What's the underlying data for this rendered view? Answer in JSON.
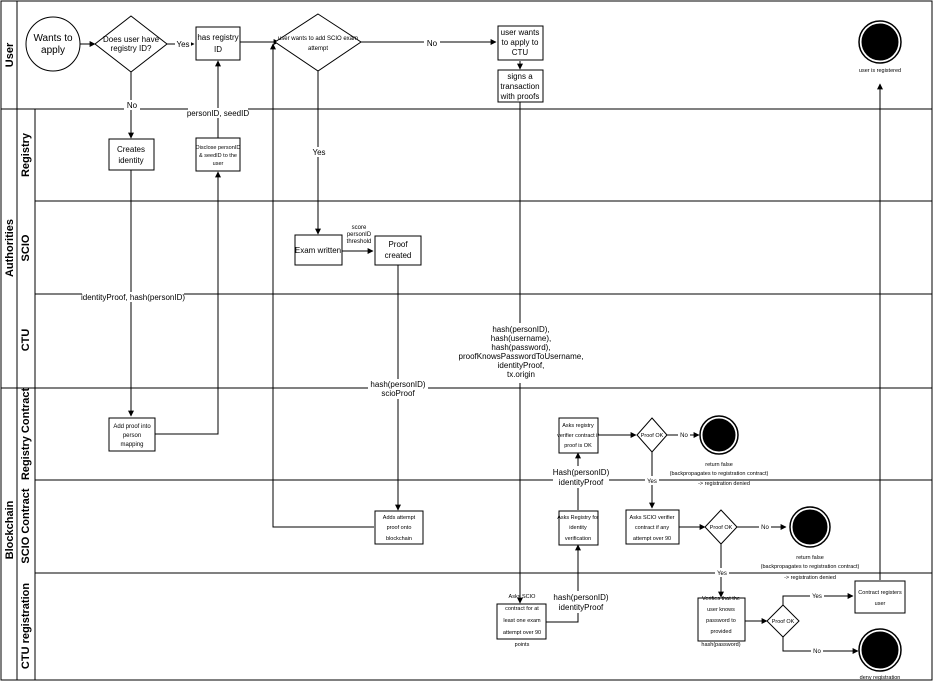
{
  "lanes": {
    "user": "User",
    "authorities": "Authorities",
    "registry": "Registry",
    "scio": "SCIO",
    "ctu": "CTU",
    "blockchain": "Blockchain",
    "registry_contract": "Registry Contract",
    "scio_contract": "SCIO Contract",
    "ctu_registration": "CTU registration"
  },
  "nodes": {
    "start": [
      "Wants to",
      "apply"
    ],
    "q_registry_id": [
      "Does user have",
      "registry ID?"
    ],
    "has_registry_id": [
      "has registry",
      "ID"
    ],
    "q_add_scio": [
      "user wants to add SCIO exam",
      "attempt"
    ],
    "apply_ctu": [
      "user wants",
      "to apply to",
      "CTU"
    ],
    "signs_tx": [
      "signs a",
      "transaction",
      "with proofs"
    ],
    "user_registered": "user is registered",
    "creates_identity": [
      "Creates",
      "identity"
    ],
    "disclose": [
      "Disclose personID",
      "& seedID to the",
      "user"
    ],
    "exam_written": "Exam written",
    "proof_created": [
      "Proof",
      "created"
    ],
    "add_proof": [
      "Add proof into",
      "person",
      "mapping"
    ],
    "asks_registry_verifier": [
      "Asks registry",
      "verifier contract if",
      "proof is OK"
    ],
    "proof_ok_1": "Proof OK",
    "return_false_1": [
      "return false",
      "(backpropagates to registration contract)",
      "-> registration denied"
    ],
    "adds_attempt": [
      "Adds attempt",
      "proof onto",
      "blockchain"
    ],
    "asks_registry_identity": [
      "Asks Registry for",
      "identity",
      "verification"
    ],
    "asks_scio_verifier": [
      "Asks SCIO verifier",
      "contract if any",
      "attempt over 90"
    ],
    "proof_ok_2": "Proof OK",
    "return_false_2": [
      "return false",
      "(backpropagates to registration contract)",
      "-> registration denied"
    ],
    "asks_scio_contract": [
      "Asks SCIO",
      "contract for at",
      "least one exam",
      "attempt over 90",
      "points"
    ],
    "verifies_password": [
      "Verifies that the",
      "user knows",
      "password to",
      "provided",
      "hash(password)"
    ],
    "proof_ok_3": "Proof OK",
    "contract_registers": [
      "Contract registers",
      "user"
    ],
    "deny_registration": "deny registration"
  },
  "edge_labels": {
    "yes_1": "Yes",
    "no_1": "No",
    "no_2": "No",
    "yes_2": "Yes",
    "person_seed": "personID, seedID",
    "score": [
      "score",
      "personID",
      "threshold"
    ],
    "identity_proof": "identityProof, hash(personID)",
    "tx_payload": [
      "hash(personID),",
      "hash(username),",
      "hash(password),",
      "proofKnowsPasswordToUsername,",
      "identityProof,",
      "tx.origin"
    ],
    "scio_proof": [
      "hash(personID)",
      "scioProof"
    ],
    "no_3": "No",
    "hash_identity_1": [
      "Hash(personID)",
      "identityProof"
    ],
    "yes_3": "Yes",
    "no_4": "No",
    "yes_4": "Yes",
    "hash_identity_2": [
      "hash(personID)",
      "identityProof"
    ],
    "yes_5": "Yes",
    "no_5": "No"
  }
}
